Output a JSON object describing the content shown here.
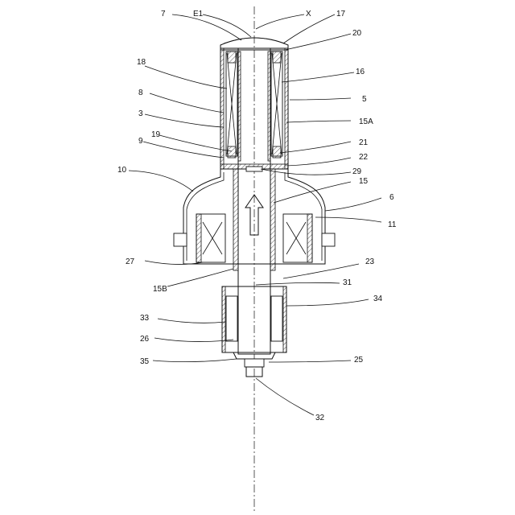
{
  "labels": {
    "l7": "7",
    "lE1": "E1",
    "lX": "X",
    "l17": "17",
    "l20": "20",
    "l18": "18",
    "l16": "16",
    "l8": "8",
    "l5": "5",
    "l3": "3",
    "l15A": "15A",
    "l19": "19",
    "l21": "21",
    "l9": "9",
    "l22": "22",
    "l10": "10",
    "l29": "29",
    "l15": "15",
    "l6": "6",
    "l11": "11",
    "l27": "27",
    "l23": "23",
    "l15B": "15B",
    "l31": "31",
    "l34": "34",
    "l33": "33",
    "l26": "26",
    "l35": "35",
    "l25": "25",
    "l32": "32"
  }
}
